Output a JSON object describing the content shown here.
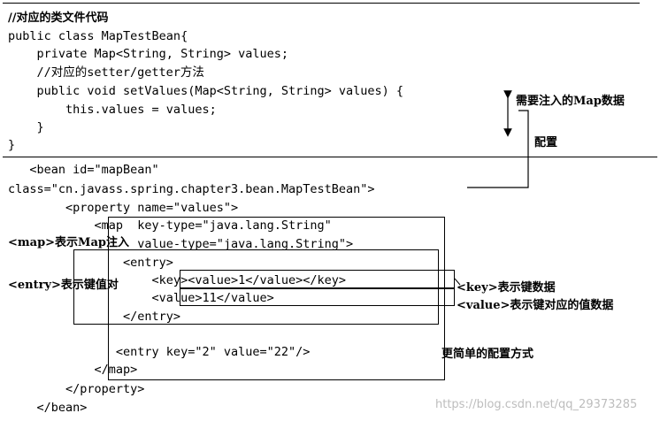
{
  "java_section": {
    "comment": "//对应的类文件代码",
    "lines": [
      "public class MapTestBean{",
      "    private Map<String, String> values;",
      "    //对应的setter/getter方法",
      "    public void setValues(Map<String, String> values) {",
      "        this.values = values;",
      "    }",
      "}"
    ]
  },
  "xml_section": {
    "lines": [
      "   <bean id=\"mapBean\"",
      "class=\"cn.javass.spring.chapter3.bean.MapTestBean\">",
      "        <property name=\"values\">",
      "            <map  key-type=\"java.lang.String\"",
      "                  value-type=\"java.lang.String\">",
      "                <entry>",
      "                    <key><value>1</value></key>",
      "                    <value>11</value>",
      "                </entry>",
      "",
      "               <entry key=\"2\" value=\"22\"/>",
      "            </map>",
      "        </property>",
      "    </bean>"
    ]
  },
  "annotations": {
    "inject_map_data": "需要注入的Map数据",
    "config": "配置",
    "map_label": "<map>表示Map注入",
    "entry_label": "<entry>表示键值对",
    "key_label": "<key>表示键数据",
    "value_label": "<value>表示键对应的值数据",
    "simple_config": "更简单的配置方式"
  },
  "watermark": "https://blog.csdn.net/qq_29373285"
}
